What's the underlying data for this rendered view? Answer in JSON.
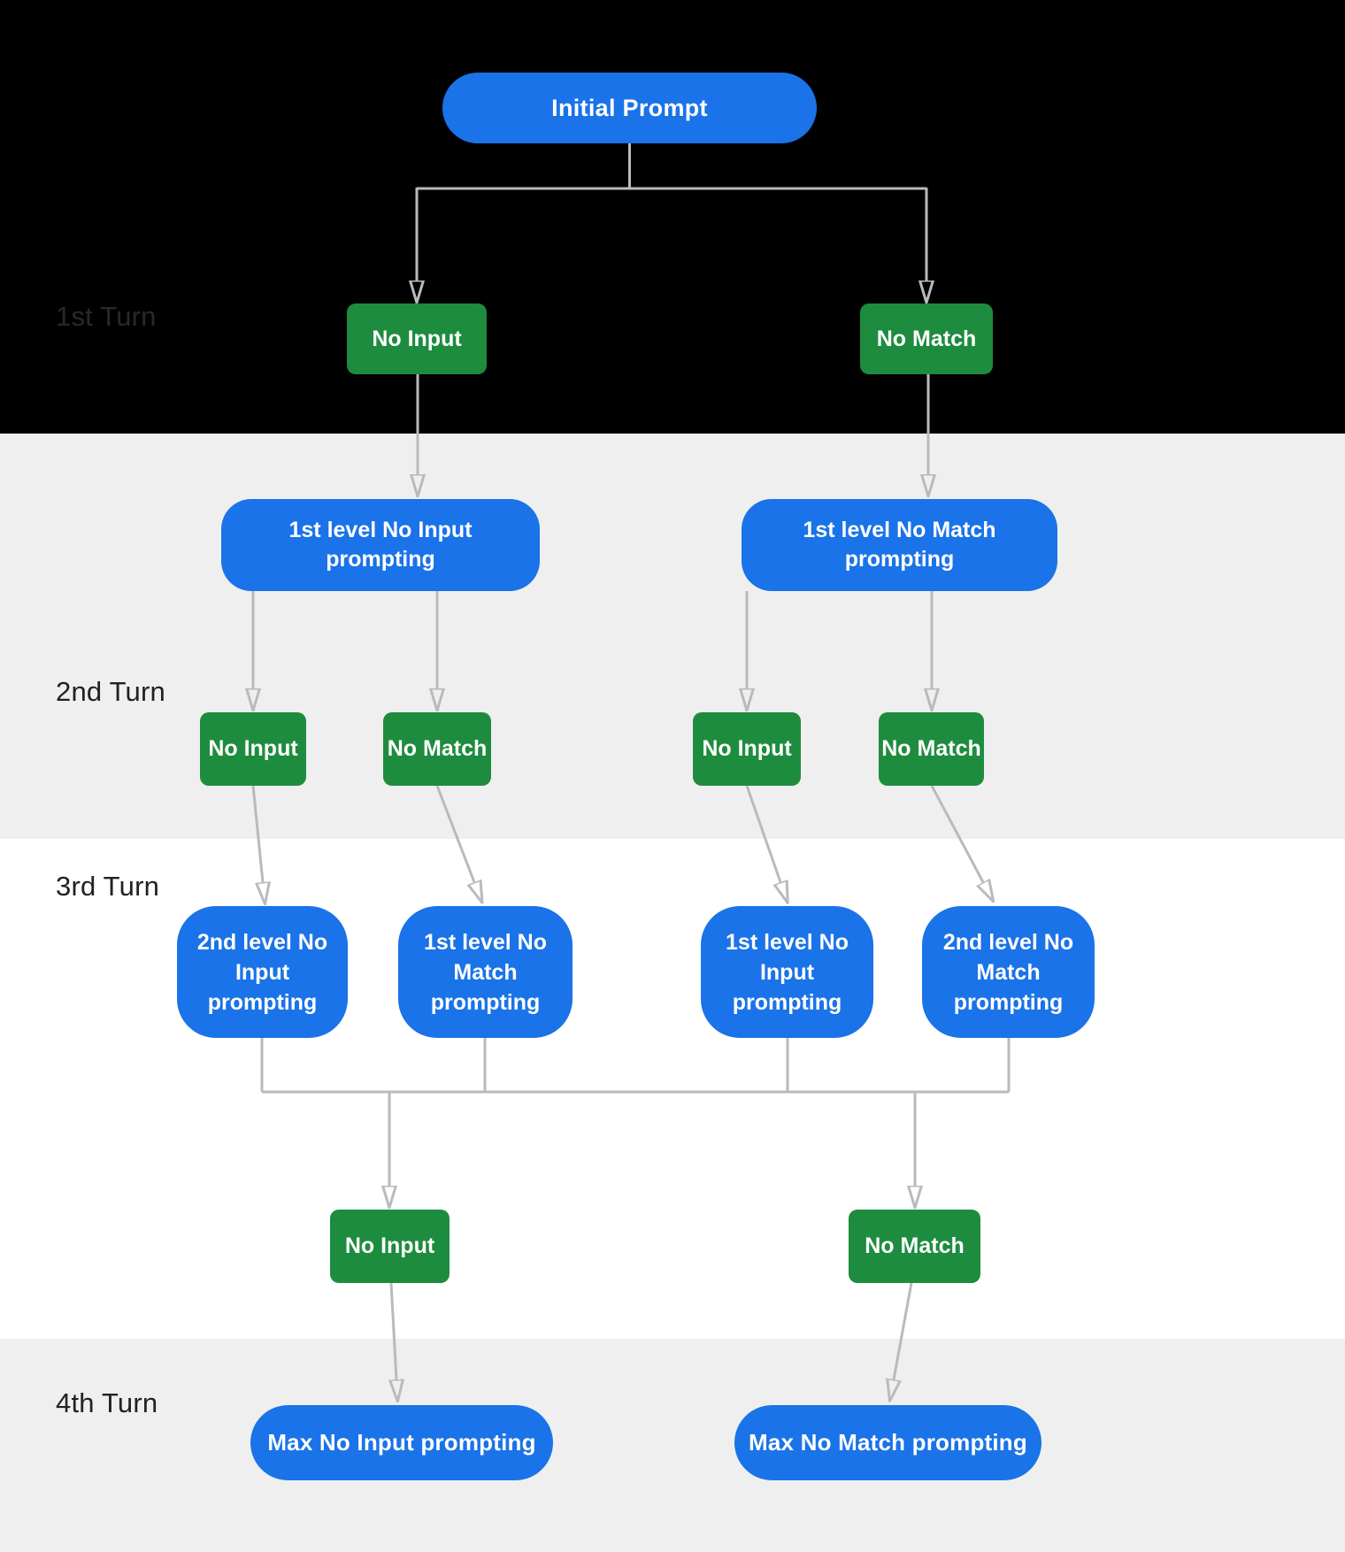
{
  "diagram": {
    "turn_labels": [
      "1st Turn",
      "2nd Turn",
      "3rd Turn",
      "4th Turn"
    ],
    "nodes": {
      "initial": "Initial Prompt",
      "t1_no_input": "No Input",
      "t1_no_match": "No Match",
      "l1_no_input": [
        "1st level No Input",
        "prompting"
      ],
      "l1_no_match": [
        "1st level No Match",
        "prompting"
      ],
      "t2_no_input_a": "No Input",
      "t2_no_match_a": "No Match",
      "t2_no_input_b": "No Input",
      "t2_no_match_b": "No Match",
      "l2_no_input": [
        "2nd level No",
        "Input",
        "prompting"
      ],
      "l1_no_match_row3": [
        "1st level No",
        "Match",
        "prompting"
      ],
      "l1_no_input_row3": [
        "1st level No",
        "Input",
        "prompting"
      ],
      "l2_no_match": [
        "2nd level No",
        "Match",
        "prompting"
      ],
      "t3_no_input": "No Input",
      "t3_no_match": "No Match",
      "max_no_input": "Max No Input prompting",
      "max_no_match": "Max No Match prompting"
    },
    "colors": {
      "node_blue": "#1a73e8",
      "node_green": "#1e8c3e",
      "connector_gray": "#b7bbbe",
      "band_black": "#000000",
      "band_gray": "#efefef",
      "band_white": "#ffffff",
      "turn_label_dark": "#202124",
      "turn_label_on_black": "#27292c",
      "node_text": "#ffffff"
    }
  }
}
